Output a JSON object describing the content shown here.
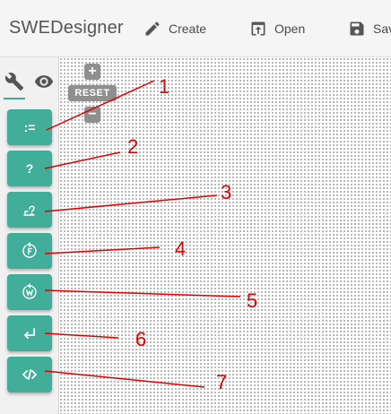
{
  "header": {
    "title": "SWEDesigner",
    "create_label": "Create",
    "open_label": "Open",
    "save_label": "Save"
  },
  "sidebar": {
    "tabs": [
      {
        "icon": "wrench-icon",
        "active": true
      },
      {
        "icon": "eye-icon",
        "active": false
      }
    ],
    "tools": [
      {
        "label": ":=",
        "icon": "assignment-icon"
      },
      {
        "label": "?",
        "icon": "condition-icon"
      },
      {
        "label": "",
        "icon": "if-else-icon"
      },
      {
        "label": "",
        "icon": "for-loop-icon"
      },
      {
        "label": "",
        "icon": "while-loop-icon"
      },
      {
        "label": "",
        "icon": "return-icon"
      },
      {
        "label": "",
        "icon": "code-icon"
      }
    ]
  },
  "canvas": {
    "zoom_in_label": "+",
    "reset_label": "RESET",
    "zoom_out_label": "−"
  },
  "annotations": {
    "color": "#e00000",
    "numbers": [
      "1",
      "2",
      "3",
      "4",
      "5",
      "6",
      "7"
    ]
  },
  "theme": {
    "accent": "#41ae99",
    "zoom_controls": "#8f8f8f"
  }
}
